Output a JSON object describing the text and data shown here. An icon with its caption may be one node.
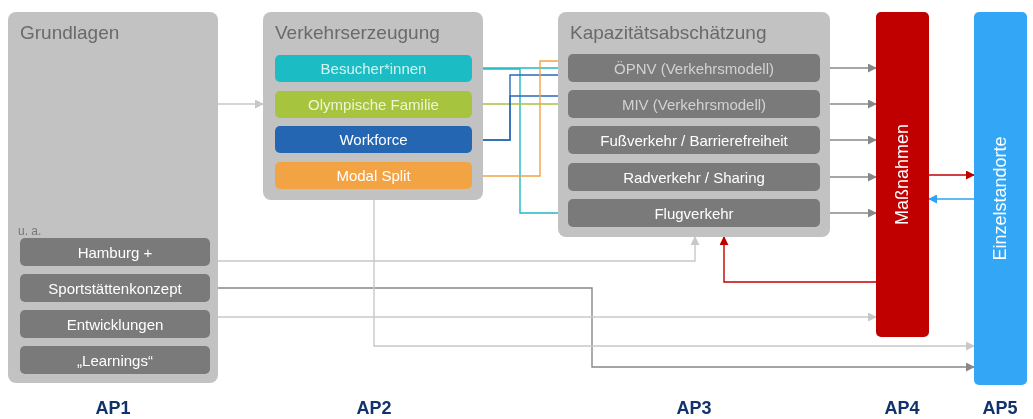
{
  "diagram": {
    "nodes": [
      {
        "text": [
          "Grundlagen",
          "u. a."
        ]
      },
      {
        "text": [
          "Hamburg +"
        ],
        "in": 0
      },
      {
        "text": [
          "Sportstättenkonzept"
        ],
        "in": 0
      },
      {
        "text": [
          "Entwicklungen"
        ],
        "in": 0
      },
      {
        "text": [
          "„Learnings“"
        ],
        "in": 0
      },
      {
        "text": [
          "Verkehrserzeugung"
        ]
      },
      {
        "text": [
          "Besucher*innen"
        ],
        "in": 5
      },
      {
        "text": [
          "Olympische Familie"
        ],
        "in": 5
      },
      {
        "text": [
          "Workforce"
        ],
        "in": 5
      },
      {
        "text": [
          "Modal Split"
        ],
        "in": 5
      },
      {
        "text": [
          "Kapazitätsabschätzung"
        ]
      },
      {
        "text": [
          "ÖPNV (Verkehrsmodell)"
        ],
        "in": 10
      },
      {
        "text": [
          "MIV (Verkehrsmodell)"
        ],
        "in": 10
      },
      {
        "text": [
          "Fußverkehr / Barrierefreiheit"
        ],
        "in": 10
      },
      {
        "text": [
          "Radverkehr / Sharing"
        ],
        "in": 10
      },
      {
        "text": [
          "Flugverkehr"
        ],
        "in": 10
      },
      {
        "text": [
          "Maßnahmen"
        ]
      },
      {
        "text": [
          "Einzelstandorte"
        ]
      }
    ],
    "edges": [
      {
        "from": 0,
        "to": 5,
        "arrow": "to",
        "color": "#c8c8c8"
      },
      {
        "from": 6,
        "to": 11,
        "arrow": "to",
        "color": "#22b8c4"
      },
      {
        "from": 6,
        "to": 15,
        "arrow": "to",
        "color": "#22b8c4"
      },
      {
        "from": 7,
        "to": 12,
        "arrow": "to",
        "color": "#a9c23f"
      },
      {
        "from": 8,
        "to": 11,
        "arrow": "to",
        "color": "#2a6ab8"
      },
      {
        "from": 8,
        "to": 12,
        "arrow": "to",
        "color": "#2a6ab8"
      },
      {
        "from": 9,
        "to": 11,
        "arrow": "to",
        "color": "#f2a444"
      },
      {
        "from": 11,
        "to": 16,
        "arrow": "to"
      },
      {
        "from": 12,
        "to": 16,
        "arrow": "to"
      },
      {
        "from": 13,
        "to": 16,
        "arrow": "to"
      },
      {
        "from": 14,
        "to": 16,
        "arrow": "to"
      },
      {
        "from": 15,
        "to": 16,
        "arrow": "to"
      },
      {
        "from": 16,
        "to": 17,
        "arrow": "to",
        "color": "#c00000"
      },
      {
        "from": 17,
        "to": 16,
        "arrow": "to",
        "color": "#2ea3f2"
      },
      {
        "from": 16,
        "to": 10,
        "arrow": "to",
        "color": "#c00000"
      },
      {
        "from": 1,
        "to": 10,
        "arrow": "to",
        "color": "#c8c8c8"
      },
      {
        "from": 2,
        "to": 17,
        "arrow": "to"
      },
      {
        "from": 3,
        "to": 16,
        "arrow": "to",
        "color": "#c8c8c8"
      },
      {
        "from": 5,
        "to": 17,
        "arrow": "to",
        "color": "#c8c8c8"
      }
    ],
    "labels": [
      "AP1",
      "AP2",
      "AP3",
      "AP4",
      "AP5"
    ]
  }
}
